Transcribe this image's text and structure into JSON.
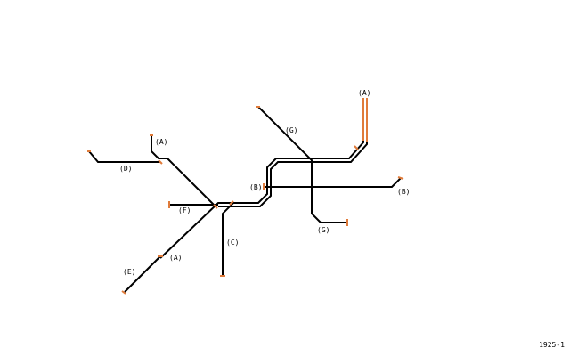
{
  "map": {
    "id_label": "1925-1",
    "colors": {
      "track": "#000000",
      "highlight": "#e07b3a",
      "background": "#ffffff"
    },
    "line_labels": {
      "a_top": "(A)",
      "a_left": "(A)",
      "a_bottom": "(A)",
      "b_left": "(B)",
      "b_right": "(B)",
      "c": "(C)",
      "d": "(D)",
      "e": "(E)",
      "f": "(F)",
      "g_top": "(G)",
      "g_bottom": "(G)"
    }
  }
}
